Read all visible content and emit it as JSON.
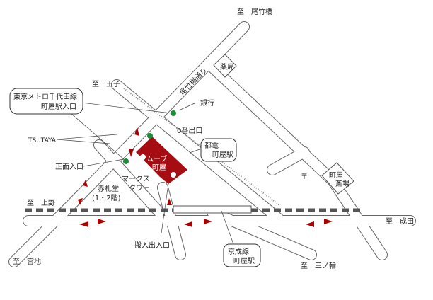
{
  "labels": {
    "to_otakebashi": "至　尾竹橋",
    "pharmacy": "薬局",
    "otakebashi_dori": "尾竹橋通り",
    "to_oji": "至　王子",
    "bank": "銀行",
    "metro_line1": "東京メトロ千代田線",
    "metro_line2": "町屋駅入口",
    "exit0": "0番出口",
    "tsutaya": "TSUTAYA",
    "toden1": "都電",
    "toden2": "町屋駅",
    "main_entrance": "正面入口",
    "move1": "ムーブ",
    "move2": "町屋",
    "marks1": "マークス",
    "marks2": "タワー",
    "akafudado1": "赤札堂",
    "akafudado2": "(1・2階)",
    "saijo1": "町屋",
    "saijo2": "斎場",
    "post": "〒",
    "to_ueno": "至　上野",
    "to_narita": "至　成田",
    "loading": "搬入出入口",
    "keisei1": "京成線",
    "keisei2": "町屋駅",
    "to_miyaji": "至　宮地",
    "to_minowa": "至　三ノ輪"
  },
  "colors": {
    "building": "#a50d12",
    "exit": "#1e8a3c",
    "arrow": "#a00000"
  }
}
